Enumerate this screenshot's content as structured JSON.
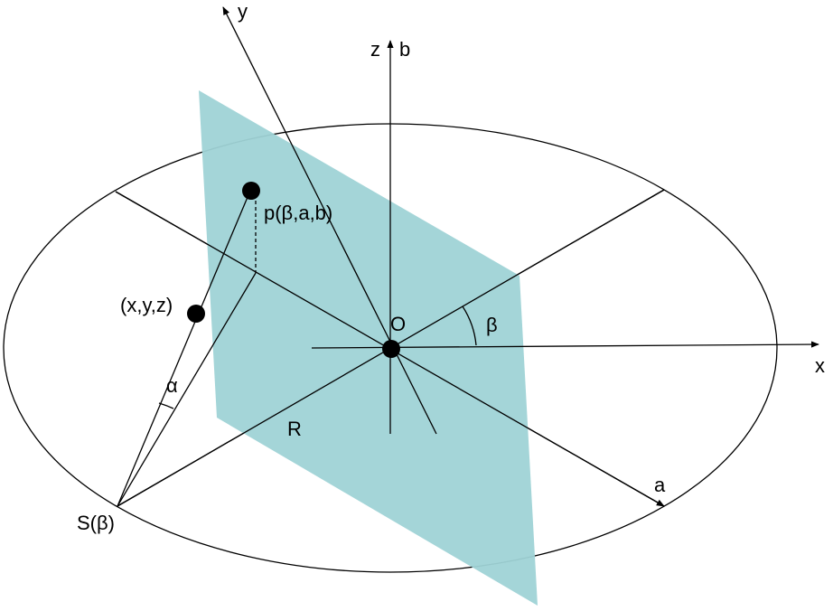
{
  "labels": {
    "y_axis": "y",
    "z_axis": "z",
    "b_axis": "b",
    "x_axis": "x",
    "a_axis": "a",
    "origin": "O",
    "beta_angle": "β",
    "alpha_angle": "α",
    "radius": "R",
    "source": "S(β)",
    "object_point": "(x,y,z)",
    "projection_point": "p(β,a,b)"
  },
  "colors": {
    "detector_plane": "#9fd3d6",
    "line": "#000000",
    "background": "#ffffff"
  }
}
